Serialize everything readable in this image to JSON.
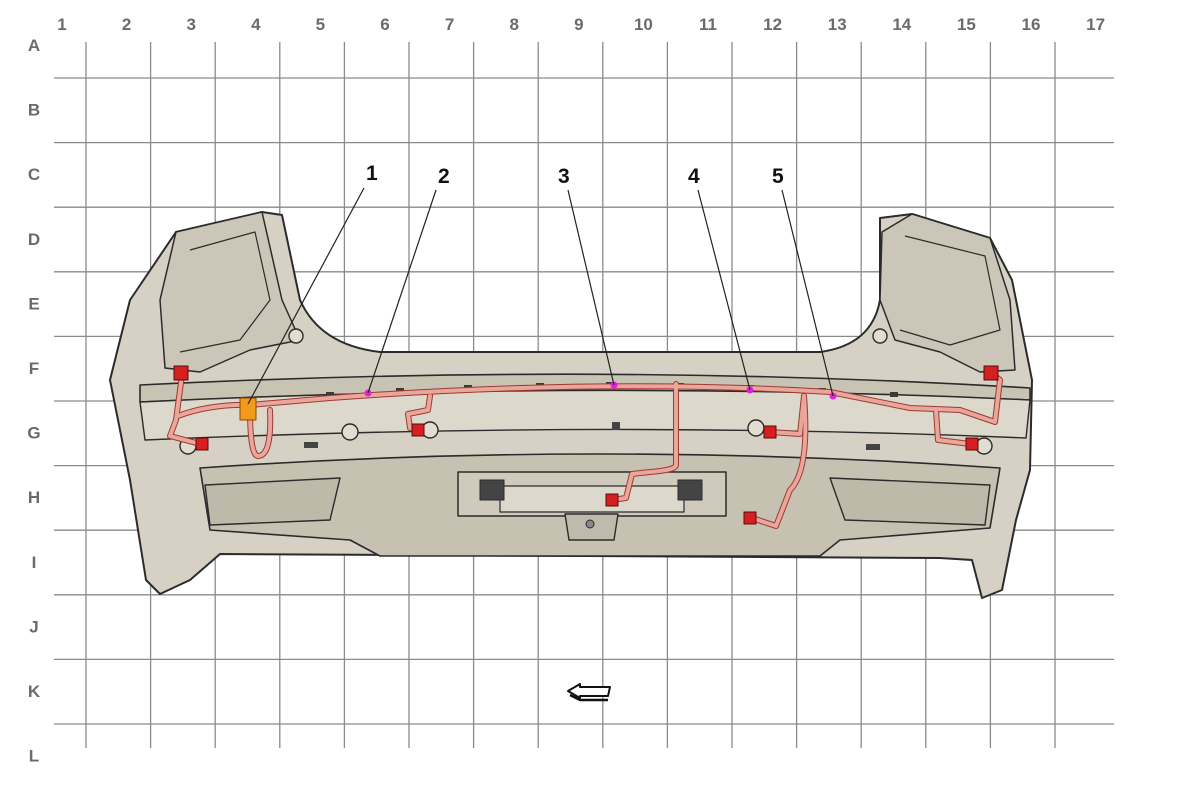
{
  "grid": {
    "columns": [
      "1",
      "2",
      "3",
      "4",
      "5",
      "6",
      "7",
      "8",
      "9",
      "10",
      "11",
      "12",
      "13",
      "14",
      "15",
      "16",
      "17"
    ],
    "rows": [
      "A",
      "B",
      "C",
      "D",
      "E",
      "F",
      "G",
      "H",
      "I",
      "J",
      "K",
      "L"
    ],
    "line_color": "#8a8a8a",
    "label_color": "#6b6b6b"
  },
  "callouts": [
    {
      "label": "1"
    },
    {
      "label": "2"
    },
    {
      "label": "3"
    },
    {
      "label": "4"
    },
    {
      "label": "5"
    }
  ],
  "colors": {
    "bumper_fill": "#d6d1c4",
    "bumper_dark": "#bfb9aa",
    "outline": "#2b2b2b",
    "harness": "#e8958a",
    "connector": "#d42020",
    "marker": "#e020e0",
    "orange_connector": "#f29a1a"
  },
  "icons": {
    "direction": "arrow-left-icon"
  }
}
